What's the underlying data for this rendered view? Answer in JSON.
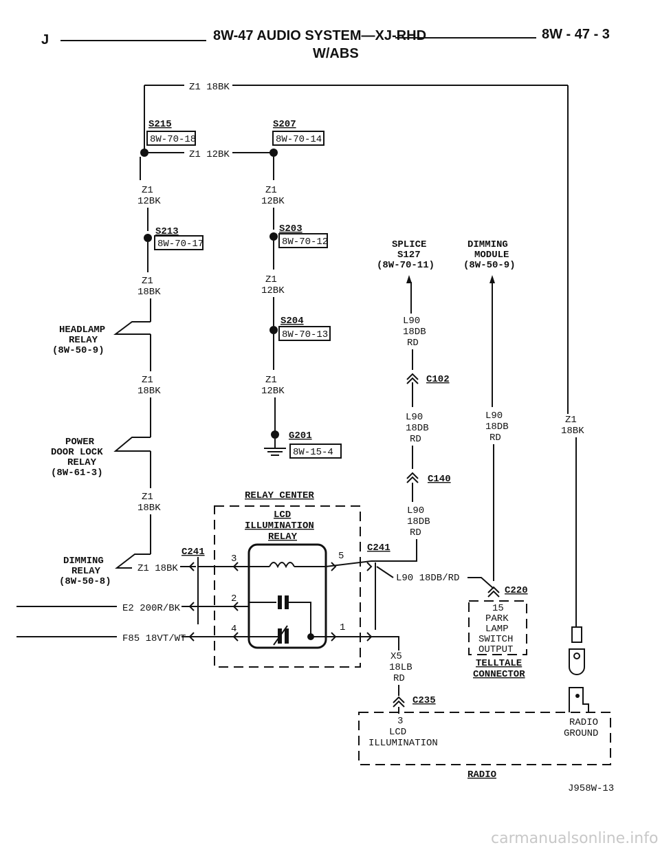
{
  "header": {
    "left": "J",
    "title": "8W-47 AUDIO SYSTEM—XJ-RHD",
    "subtitle": "W/ABS",
    "page": "8W - 47 - 3"
  },
  "wires": {
    "z1_18bk": "Z1 18BK",
    "z1_12bk": "Z1 12BK",
    "z1": "Z1",
    "w12bk": "12BK",
    "w18bk": "18BK",
    "l90": "L90",
    "w18db": "18DB",
    "rd": "RD",
    "l90_18db_rd": "L90 18DB/RD",
    "e2": "E2 200R/BK",
    "f85": "F85 18VT/WT",
    "x5": "X5",
    "w18lb": "18LB"
  },
  "splices": {
    "s215": "S215",
    "s215_ref": "8W-70-18",
    "s207": "S207",
    "s207_ref": "8W-70-14",
    "s213": "S213",
    "s213_ref": "8W-70-17",
    "s203": "S203",
    "s203_ref": "8W-70-12",
    "s204": "S204",
    "s204_ref": "8W-70-13",
    "g201": "G201",
    "g201_ref": "8W-15-4"
  },
  "components": {
    "headlamp": [
      "HEADLAMP",
      "RELAY",
      "(8W-50-9)"
    ],
    "power_door": [
      "POWER",
      "DOOR LOCK",
      "RELAY",
      "(8W-61-3)"
    ],
    "dimming_relay": [
      "DIMMING",
      "RELAY",
      "(8W-50-8)"
    ],
    "splice_s127": [
      "SPLICE",
      "S127",
      "(8W-70-11)"
    ],
    "dimming_module": [
      "DIMMING",
      "MODULE",
      "(8W-50-9)"
    ],
    "relay_center": "RELAY CENTER",
    "lcd_relay": [
      "LCD",
      "ILLUMINATION",
      "RELAY"
    ],
    "telltale_box": [
      "15",
      "PARK",
      "LAMP",
      "SWITCH",
      "OUTPUT"
    ],
    "telltale_name": [
      "TELLTALE",
      "CONNECTOR"
    ],
    "radio_pin": [
      "3",
      "LCD",
      "ILLUMINATION"
    ],
    "radio_ground": [
      "RADIO",
      "GROUND"
    ],
    "radio": "RADIO"
  },
  "connectors": {
    "c102": "C102",
    "c140": "C140",
    "c241": "C241",
    "c220": "C220",
    "c235": "C235"
  },
  "pins": {
    "p3": "3",
    "p5": "5",
    "p2": "2",
    "p4": "4",
    "p1": "1"
  },
  "footer": {
    "code": "J958W-13",
    "watermark": "carmanualsonline.info"
  }
}
